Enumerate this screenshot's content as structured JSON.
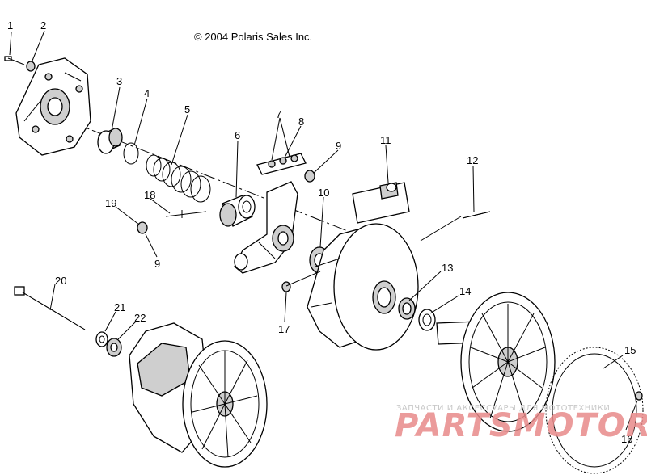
{
  "copyright": "© 2004 Polaris Sales Inc.",
  "watermark": {
    "small": "ЗАПЧАСТИ И АКСЕССУАРЫ ДЛЯ МОТОТЕХНИКИ",
    "brand": "PARTSMOTOR.RU"
  },
  "callouts": {
    "c1": "1",
    "c2": "2",
    "c3": "3",
    "c4": "4",
    "c5": "5",
    "c6": "6",
    "c7": "7",
    "c8": "8",
    "c9a": "9",
    "c9b": "9",
    "c10": "10",
    "c11": "11",
    "c12": "12",
    "c13": "13",
    "c14": "14",
    "c15": "15",
    "c16": "16",
    "c17": "17",
    "c18": "18",
    "c19": "19",
    "c20": "20",
    "c21": "21",
    "c22": "22"
  },
  "colors": {
    "line": "#000000",
    "watermark_brand": "#e88a8a",
    "watermark_small": "#c8c8c8"
  }
}
